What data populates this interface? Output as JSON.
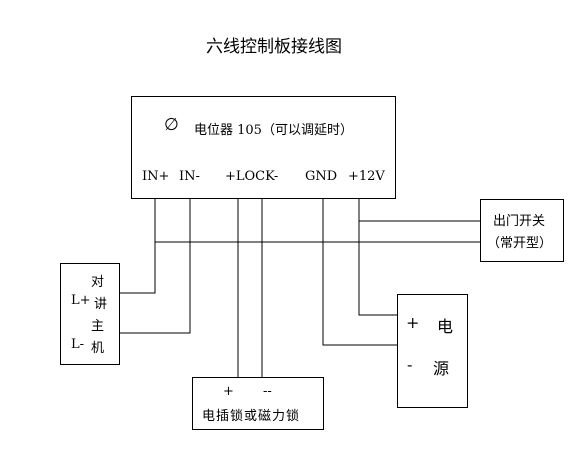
{
  "diagram": {
    "title": "六线控制板接线图",
    "controller": {
      "symbol": "∅",
      "name": "电位器 105（可以调延时）",
      "terminals": [
        "IN+",
        "IN-",
        "+LOCK-",
        "GND",
        "+12V"
      ]
    },
    "exit_switch": {
      "line1": "出门开关",
      "line2": "（常开型）"
    },
    "intercom": {
      "c1": "对",
      "c2": "讲",
      "c3": "主",
      "c4": "机",
      "lplus": "L+",
      "lminus": "L-"
    },
    "power": {
      "plus": "+",
      "minus": "-",
      "c1": "电",
      "c2": "源"
    },
    "lock": {
      "plus": "+",
      "minus": "--",
      "label": "电插锁或磁力锁"
    }
  }
}
